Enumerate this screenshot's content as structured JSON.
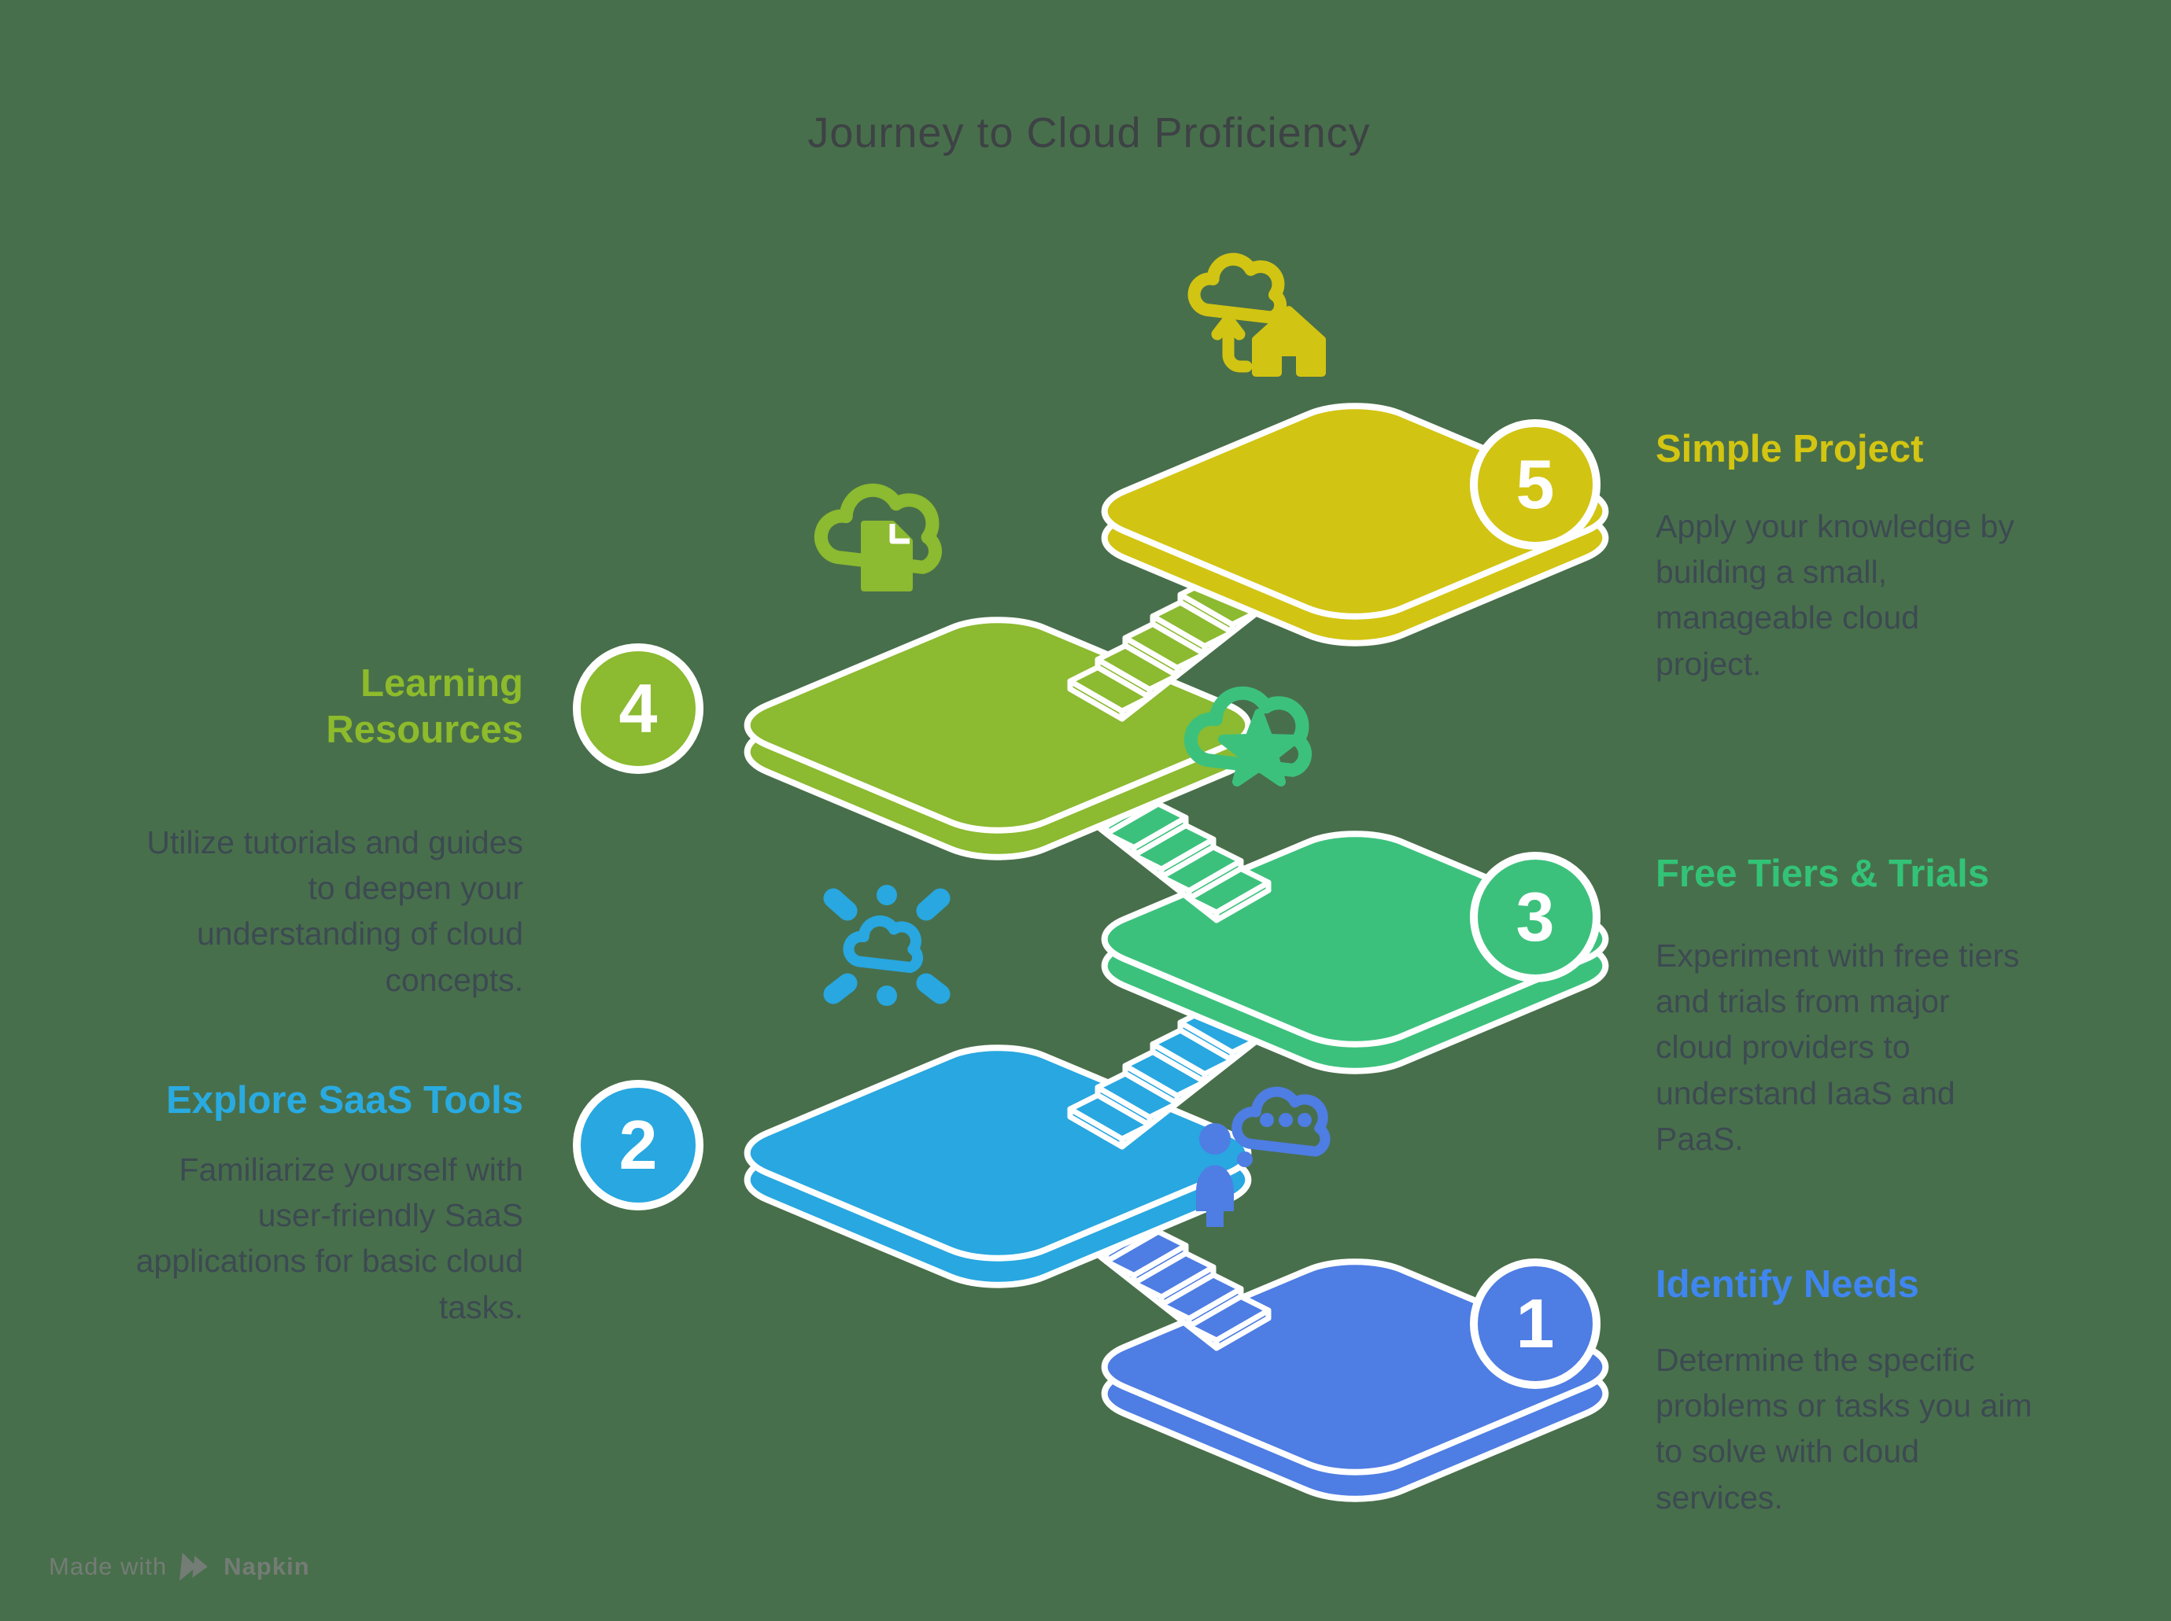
{
  "title": "Journey to Cloud Proficiency",
  "steps": [
    {
      "num": "1",
      "label": "Identify Needs",
      "desc": "Determine the specific problems or tasks you aim to solve with cloud services.",
      "color": "#3f86f0",
      "fill": "#4e7de3",
      "icon": "person-thinking-icon"
    },
    {
      "num": "2",
      "label": "Explore SaaS Tools",
      "desc": "Familiarize yourself with user-friendly SaaS applications for basic cloud tasks.",
      "color": "#29abe2",
      "fill": "#28a7e0",
      "icon": "cloud-network-icon"
    },
    {
      "num": "3",
      "label": "Free Tiers & Trials",
      "desc": "Experiment with free tiers and trials from major cloud providers to understand IaaS and PaaS.",
      "color": "#32c377",
      "fill": "#3cc17d",
      "icon": "cloud-star-icon"
    },
    {
      "num": "4",
      "label": "Learning Resources",
      "desc": "Utilize tutorials and guides to deepen your understanding of cloud concepts.",
      "color": "#8dbb2b",
      "fill": "#8cba30",
      "icon": "cloud-document-icon"
    },
    {
      "num": "5",
      "label": "Simple Project",
      "desc": "Apply your knowledge by building a small, manageable cloud project.",
      "color": "#d3c511",
      "fill": "#d2c413",
      "icon": "cloud-home-upload-icon"
    }
  ],
  "footer": {
    "made_with": "Made with",
    "brand": "Napkin"
  },
  "colors": {
    "background": "#486f4b",
    "outline": "#ffffff",
    "title": "#3d4245",
    "body": "#3c4a52",
    "footer": "#747c76"
  }
}
